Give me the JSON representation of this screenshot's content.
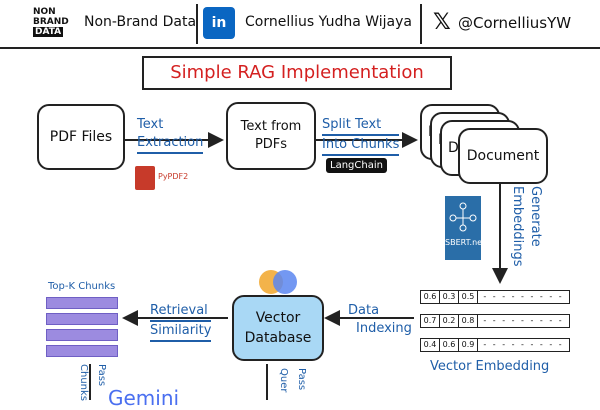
{
  "header": {
    "logo_lines": [
      "NON",
      "BRAND",
      "DATA"
    ],
    "brand": "Non-Brand Data",
    "linkedin_badge": "in",
    "author": "Cornellius Yudha Wijaya",
    "x_logo": "𝕏",
    "handle": "@CornelliusYW"
  },
  "title": "Simple RAG Implementation",
  "nodes": {
    "pdf_files": "PDF Files",
    "text_from_pdfs": "Text from PDFs",
    "document": "Document",
    "doc_stack_letter": "D",
    "vector_database": "Vector Database"
  },
  "edges": {
    "text_extraction": [
      "Text",
      "Extraction"
    ],
    "split_text": [
      "Split Text",
      "Into Chunks"
    ],
    "generate_embeddings": [
      "Generate",
      "Embeddings"
    ],
    "data_indexing": [
      "Data",
      "Indexing"
    ],
    "retrieval_similarity": [
      "Retrieval",
      "Similarity"
    ],
    "pass_chunks": [
      "Pass",
      "Chunks"
    ],
    "pass_query": [
      "Pass",
      "Quer"
    ]
  },
  "tools": {
    "pypdf": "PyPDF2",
    "langchain": "LangChain",
    "sbert": "SBERT.net",
    "gemini": "Gemini"
  },
  "topk_label": "Top-K Chunks",
  "vector_embedding": {
    "label": "Vector Embedding",
    "rows": [
      [
        "0.6",
        "0.3",
        "0.5"
      ],
      [
        "0.7",
        "0.2",
        "0.8"
      ],
      [
        "0.4",
        "0.6",
        "0.9"
      ]
    ],
    "dash": "- - - - - - - - -"
  },
  "colors": {
    "title_red": "#d42020",
    "label_blue": "#1f5ea8",
    "db_fill": "#a9d8f5",
    "chunk_purple": "#9c8be0",
    "linkedin_blue": "#0a66c2"
  }
}
